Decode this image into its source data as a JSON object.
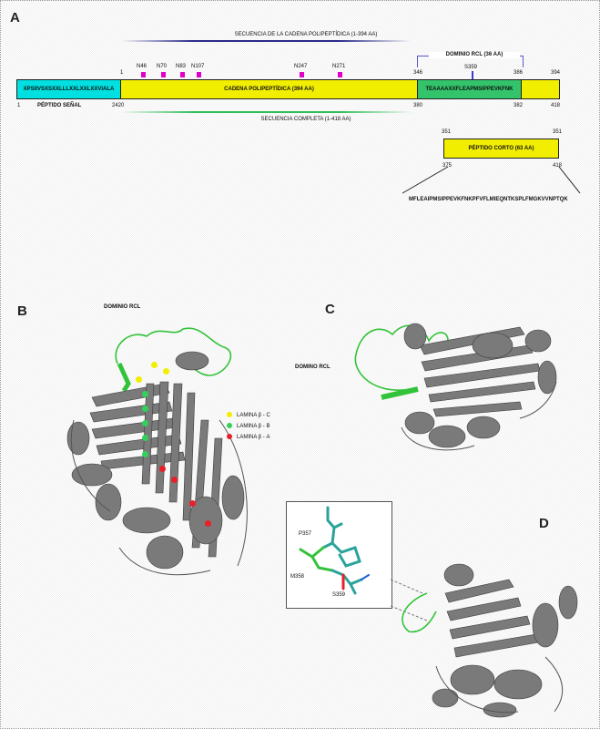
{
  "panels": {
    "a": "A",
    "b": "B",
    "c": "C",
    "d": "D"
  },
  "colors": {
    "signal": "#00e0e0",
    "chain": "#f2ee00",
    "rcl": "#33c36a",
    "glyco": "#e000c8",
    "sheetC": "#f2ee00",
    "sheetB": "#33d15a",
    "sheetA": "#e8202a",
    "loop": "#33c33a",
    "protein": "#7a7a7a"
  },
  "diagram": {
    "chain_header": "SECUENCIA DE LA CADENA POLIPEPTÍDICA (1-394 AA)",
    "complete_footer": "SECUENCIA COMPLETA (1-418 AA)",
    "signal_seq": "XPSIIVSXSXXLLLXXLXXLXXVIALA",
    "signal_label": "PÉPTIDO SEÑAL",
    "chain_label": "CADENA POLIPEPTÍDICA (394 AA)",
    "rcl_domain_label": "DOMINIO RCL (36 AA)",
    "rcl_seq": "TEAAAAXXFLEAPMSIPPEVKFNK",
    "s359": "S359",
    "glyco_sites": [
      "N46",
      "N70",
      "N83",
      "N107",
      "N247",
      "N271"
    ],
    "pos_top_1": "1",
    "pos_top_346": "346",
    "pos_top_386": "386",
    "pos_top_394": "394",
    "pos_bot_1": "1",
    "pos_bot_2420": "2420",
    "pos_bot_380": "380",
    "pos_bot_382": "382",
    "pos_bot_418": "418",
    "short_peptide": {
      "label": "PÉPTIDO CORTO (63 AA)",
      "top_left": "351",
      "top_right": "351",
      "bot_left": "375",
      "bot_right": "418",
      "sequence": "MFLEAIPMSIPPEVKFNKPFVFLMIEQNTKSPLFMGKVVNPTQK"
    }
  },
  "panel_b": {
    "title": "DOMINIO RCL",
    "legend": [
      {
        "label": "LAMINA β - C",
        "color": "#f2ee00"
      },
      {
        "label": "LAMINA β - B",
        "color": "#33d15a"
      },
      {
        "label": "LAMINA β - A",
        "color": "#e8202a"
      }
    ]
  },
  "panel_c": {
    "title": "DOMINO RCL"
  },
  "panel_d": {
    "labels": [
      "P357",
      "M358",
      "S359"
    ]
  }
}
